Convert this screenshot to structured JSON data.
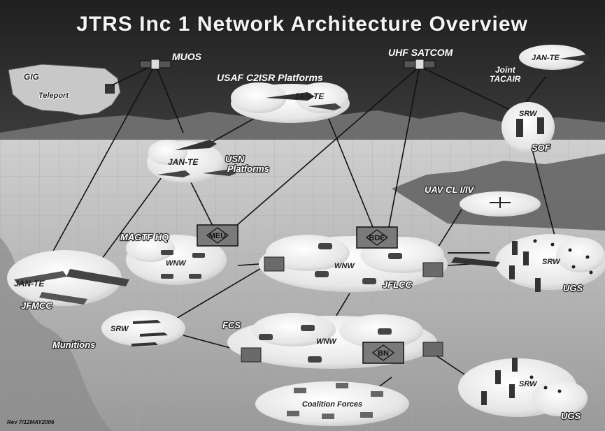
{
  "title": "JTRS Inc 1 Network Architecture Overview",
  "revision": "Rev 7/12MAY2006",
  "satellites": {
    "muos": "MUOS",
    "uhf_satcom": "UHF SATCOM"
  },
  "nodes": {
    "gig": "GIG",
    "teleport": "Teleport",
    "usaf_c2isr": "USAF C2ISR Platforms",
    "usaf_jan_te": "JAN-TE",
    "usn_jan_te": "JAN-TE",
    "usn_platforms_1": "USN",
    "usn_platforms_2": "Platforms",
    "joint_tacair_jan_te": "JAN-TE",
    "joint_tacair_1": "Joint",
    "joint_tacair_2": "TACAIR",
    "sof_srw": "SRW",
    "sof": "SOF",
    "uav": "UAV CL I/IV",
    "magtf_hq": "MAGTF HQ",
    "magtf_wnw": "WNW",
    "meu": "MEU",
    "bde": "BDE",
    "jflcc_wnw": "WNW",
    "jflcc": "JFLCC",
    "jfmcc_jan_te": "JAN-TE",
    "jfmcc": "JFMCC",
    "ugs_upper_srw": "SRW",
    "ugs_upper": "UGS",
    "munitions_srw": "SRW",
    "munitions": "Munitions",
    "fcs": "FCS",
    "fcs_wnw": "WNW",
    "bn": "BN",
    "coalition": "Coalition Forces",
    "ugs_lower_srw": "SRW",
    "ugs_lower": "UGS"
  }
}
